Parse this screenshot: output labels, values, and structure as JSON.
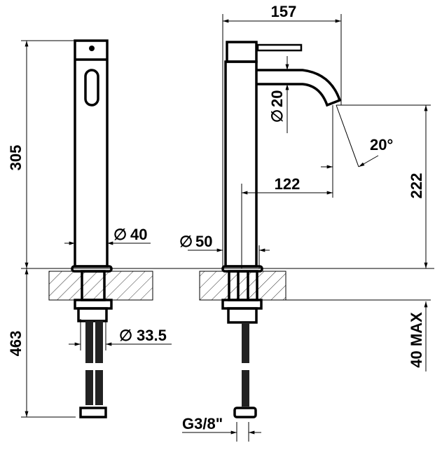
{
  "dimensions": {
    "total_height": "305",
    "below_counter": "463",
    "body_diameter": "40",
    "hose_span_diameter": "33.5",
    "projection": "157",
    "spout_diameter": "20",
    "spout_reach": "122",
    "spout_height": "222",
    "spout_angle": "20°",
    "base_diameter": "50",
    "counter_thickness": "40 MAX",
    "thread": "G3/8\""
  },
  "symbols": {
    "diameter": "∅"
  }
}
